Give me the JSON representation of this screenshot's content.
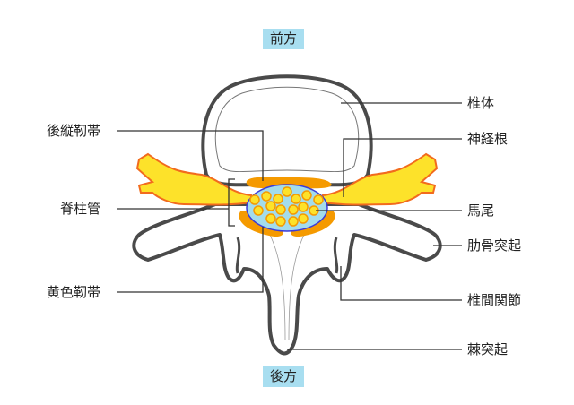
{
  "directions": {
    "front": "前方",
    "back": "後方"
  },
  "labels_left": {
    "posterior_longitudinal_ligament": "後縦靭帯",
    "spinal_canal": "脊柱管",
    "ligamentum_flavum": "黄色靭帯"
  },
  "labels_right": {
    "vertebral_body": "椎体",
    "nerve_root": "神経根",
    "cauda_equina": "馬尾",
    "costal_process": "肋骨突起",
    "facet_joint": "椎間関節",
    "spinous_process": "棘突起"
  },
  "colors": {
    "ligament": "#f59a00",
    "nerve": "#fde22a",
    "nerve_outline": "#f26b1d",
    "canal": "#a3dcec",
    "canal_outline": "#3b3bd8",
    "bone_outline": "#4a4a4a",
    "direction_box": "#a8def0"
  }
}
